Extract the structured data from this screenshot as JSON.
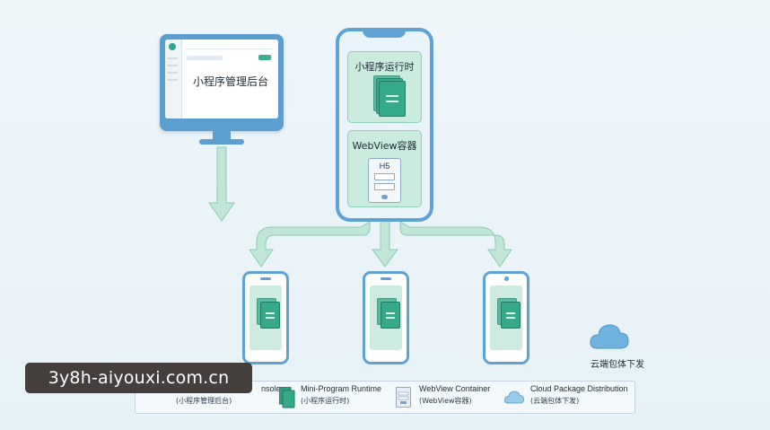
{
  "monitor": {
    "label": "小程序管理后台"
  },
  "phone": {
    "runtime_label": "小程序运行时",
    "webview_label": "WebView容器",
    "h5_label": "H5"
  },
  "cloud": {
    "label": "云端包体下发"
  },
  "legend": {
    "items": [
      {
        "title": "Mini-Program Runtime",
        "subtitle": "(小程序运行时)",
        "icon": "mini-program-runtime-icon"
      },
      {
        "title": "WebView Container",
        "subtitle": "(WebView容器)",
        "icon": "webview-container-icon"
      },
      {
        "title": "Cloud Package Distribution",
        "subtitle": "(云端包体下发)",
        "icon": "cloud-icon"
      }
    ],
    "console_title_fragment": "nsole",
    "console_subtitle": "(小程序管理后台)"
  },
  "watermark": {
    "text": "3y8h-aiyouxi.com.cn"
  },
  "colors": {
    "frame_blue": "#5ea3d4",
    "panel_green": "#c9ecdf",
    "doc_green": "#35a98a",
    "arrow_green": "#b9e3d3",
    "cloud_blue": "#6fb3e0"
  }
}
